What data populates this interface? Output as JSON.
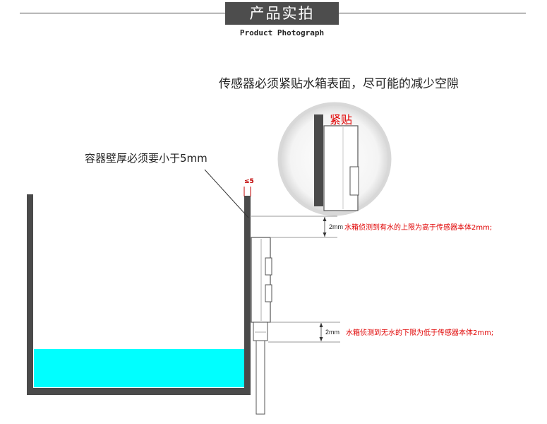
{
  "header": {
    "title": "产品实拍",
    "subtitle": "Product Photograph"
  },
  "annotations": {
    "top_note": "传感器必须紧贴水箱表面，尽可能的减少空隙",
    "wall_note": "容器壁厚必须要小于5mm",
    "max_thickness": "≤5",
    "tight_label": "紧贴",
    "upper_gap": "2mm",
    "upper_note": "水箱侦测到有水的上限为高于传感器本体2mm;",
    "lower_gap": "2mm",
    "lower_note": "水箱侦测到无水的下限为低于传感器本体2mm;"
  },
  "colors": {
    "wall": "#4a4a4a",
    "water": "#00ffff",
    "accent_red": "#e00000"
  }
}
